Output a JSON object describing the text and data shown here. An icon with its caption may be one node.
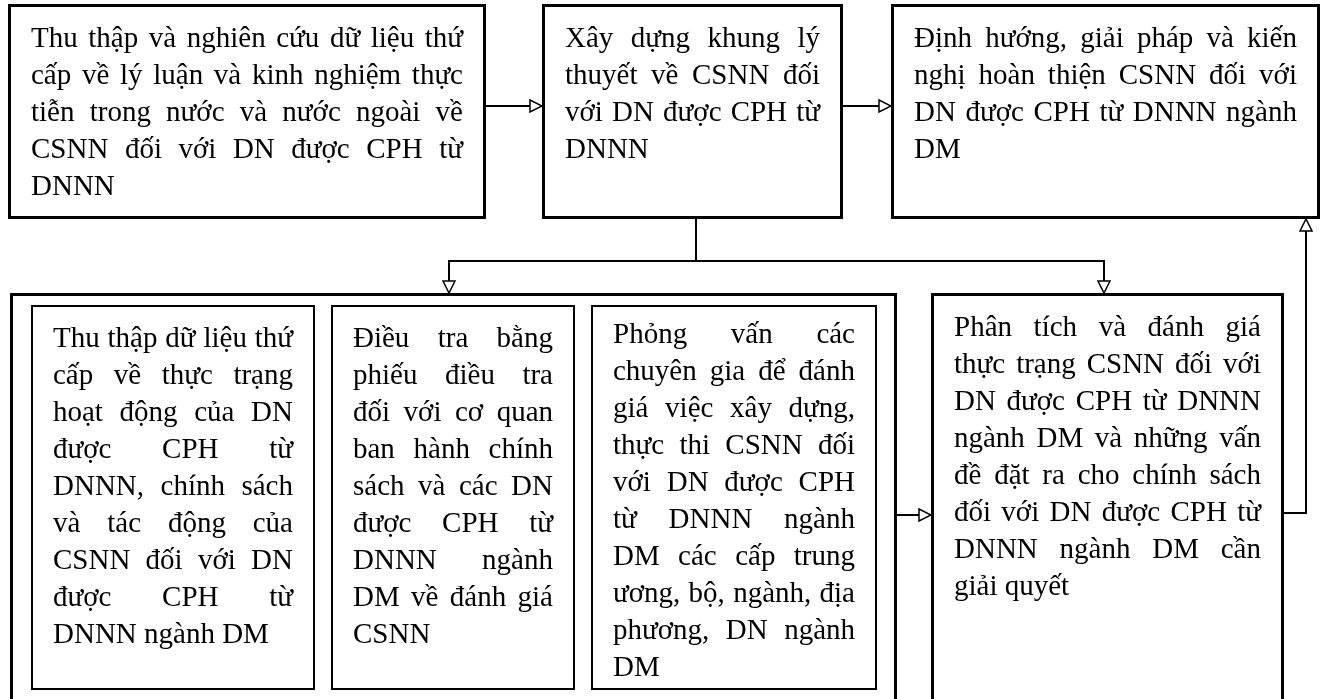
{
  "diagram": {
    "nodes": [
      {
        "text": [
          "Thu thập và nghiên cứu dữ liệu thứ cấp về lý luận và kinh nghiệm thực tiễn trong nước và nước ngoài về CSNN đối với DN được CPH từ DNNN"
        ]
      },
      {
        "text": [
          "Xây dựng khung lý thuyết về CSNN đối với DN được CPH từ DNNN"
        ]
      },
      {
        "text": [
          "Định hướng, giải pháp và kiến nghị hoàn thiện CSNN đối với DN được CPH từ DNNN ngành DM"
        ]
      },
      {
        "text": [],
        "shape": "box"
      },
      {
        "text": [
          "Thu thập dữ liệu thứ cấp về thực trạng hoạt động của DN được CPH từ DNNN, chính sách và tác động của CSNN đối với DN được CPH từ DNNN ngành DM"
        ],
        "in": 3
      },
      {
        "text": [
          "Điều tra bằng phiếu điều tra đối với cơ quan ban hành chính sách và các DN được CPH từ DNNN ngành DM về đánh giá CSNN"
        ],
        "in": 3
      },
      {
        "text": [
          "Phỏng vấn các chuyên gia để đánh giá việc xây dựng, thực thi CSNN đối với DN được CPH từ DNNN ngành DM các cấp trung ương, bộ, ngành, địa phương, DN ngành DM"
        ],
        "in": 3
      },
      {
        "text": [
          "Phân tích và đánh giá thực trạng CSNN đối với DN được CPH từ DNNN ngành DM và những vấn đề đặt ra cho chính sách đối với DN được CPH từ DNNN ngành DM cần giải quyết"
        ]
      }
    ],
    "edges": [
      {
        "from": 0,
        "to": 1,
        "arrow": "to"
      },
      {
        "from": 1,
        "to": 2,
        "arrow": "to"
      },
      {
        "from": 1,
        "to": 3,
        "arrow": "to"
      },
      {
        "from": 1,
        "to": 7,
        "arrow": "to"
      },
      {
        "from": 3,
        "to": 7,
        "arrow": "to"
      },
      {
        "from": 7,
        "to": 2,
        "arrow": "to"
      }
    ]
  }
}
